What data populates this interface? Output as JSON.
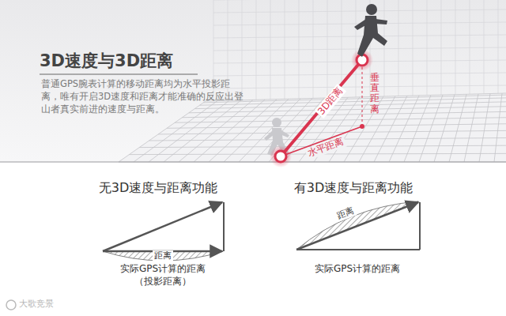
{
  "diagram": {
    "title": "3D速度与3D距离",
    "labels": [
      "普通GPS腕表计算的移动距离均为水平投影距离，唯有开启3D速度和距离才能准确的反应出登山者真实前进的速度与距离。",
      "3D距离",
      "垂直距离",
      "水平距离",
      "无3D速度与距离功能",
      "距离",
      "实际GPS计算的距离",
      "（投影距离）",
      "有3D速度与距离功能",
      "距离",
      "实际GPS计算的距离",
      "大歌竞景"
    ]
  }
}
